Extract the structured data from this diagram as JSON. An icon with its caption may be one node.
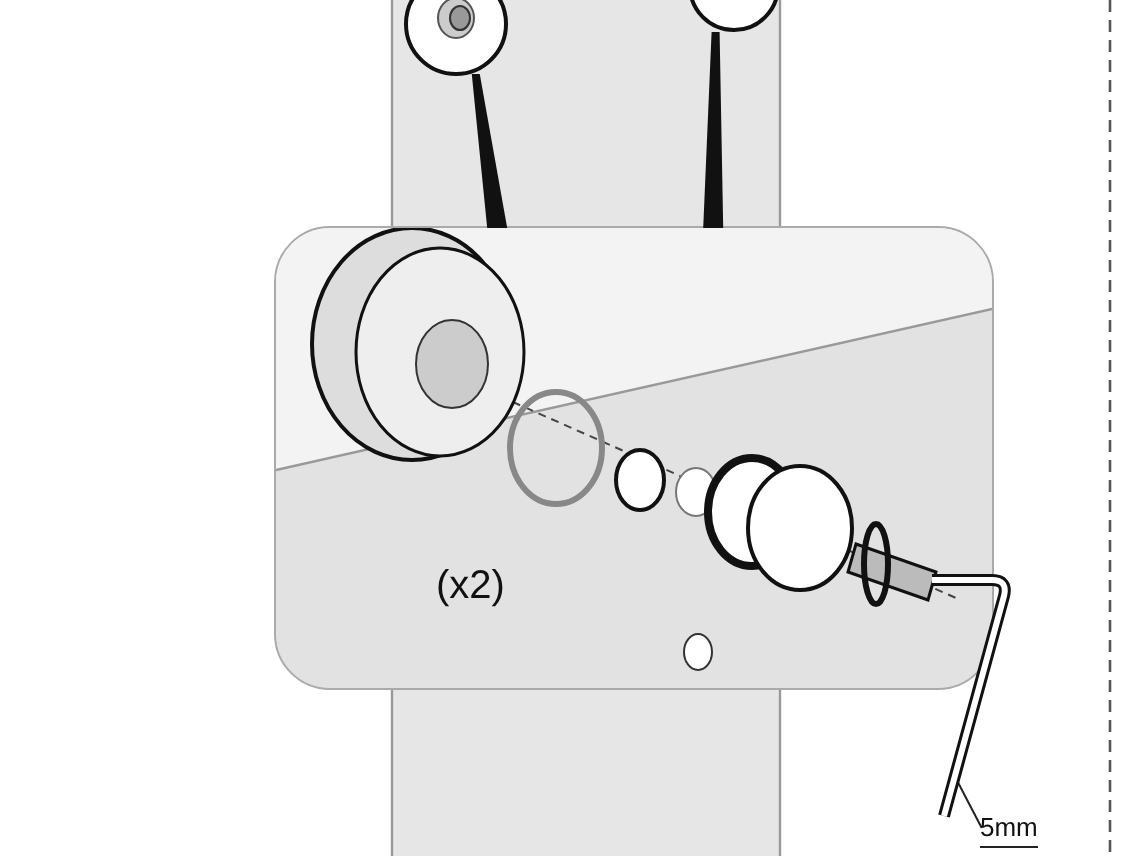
{
  "diagram": {
    "nodes": [
      {
        "text": [],
        "shape": "circle"
      },
      {
        "text": [],
        "shape": "circle"
      },
      {
        "text": [
          "(x2)"
        ]
      },
      {
        "text": [
          "5mm"
        ]
      },
      {
        "text": [],
        "shape": "picture"
      }
    ],
    "edges": [
      {
        "from": 0,
        "to": 2,
        "arrow": "none"
      },
      {
        "from": 1,
        "to": 2,
        "arrow": "none"
      },
      {
        "from": 3,
        "to": 4,
        "arrow": "none"
      }
    ]
  }
}
